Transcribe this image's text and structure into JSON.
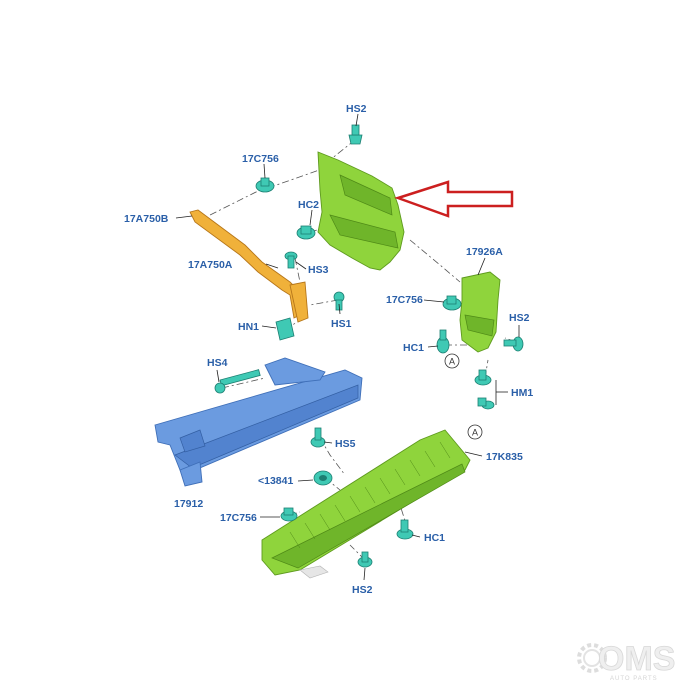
{
  "diagram": {
    "labels": {
      "hs2_top": "HS2",
      "p17c756_top": "17C756",
      "hc2": "HC2",
      "p17a750b": "17A750B",
      "p17a750a": "17A750A",
      "hs3": "HS3",
      "hn1": "HN1",
      "hs1": "HS1",
      "p17926a": "17926A",
      "p17c756_mid": "17C756",
      "hs2_mid": "HS2",
      "hc1_mid": "HC1",
      "a_mid": "A",
      "hm1": "HM1",
      "hs4": "HS4",
      "hs5": "HS5",
      "a_low": "A",
      "p17k835": "17K835",
      "p13841": "<13841",
      "p17912": "17912",
      "p17c756_low": "17C756",
      "hc1_low": "HC1",
      "hs2_low": "HS2"
    },
    "highlight_arrow_color": "#cc1f1f",
    "part_colors": {
      "green": "#8fd43c",
      "blue": "#6b9be0",
      "orange": "#f0b13a",
      "clip": "#3fc9b4"
    }
  },
  "watermark": {
    "logo_text": "OMS",
    "tagline": "AUTO PARTS"
  }
}
